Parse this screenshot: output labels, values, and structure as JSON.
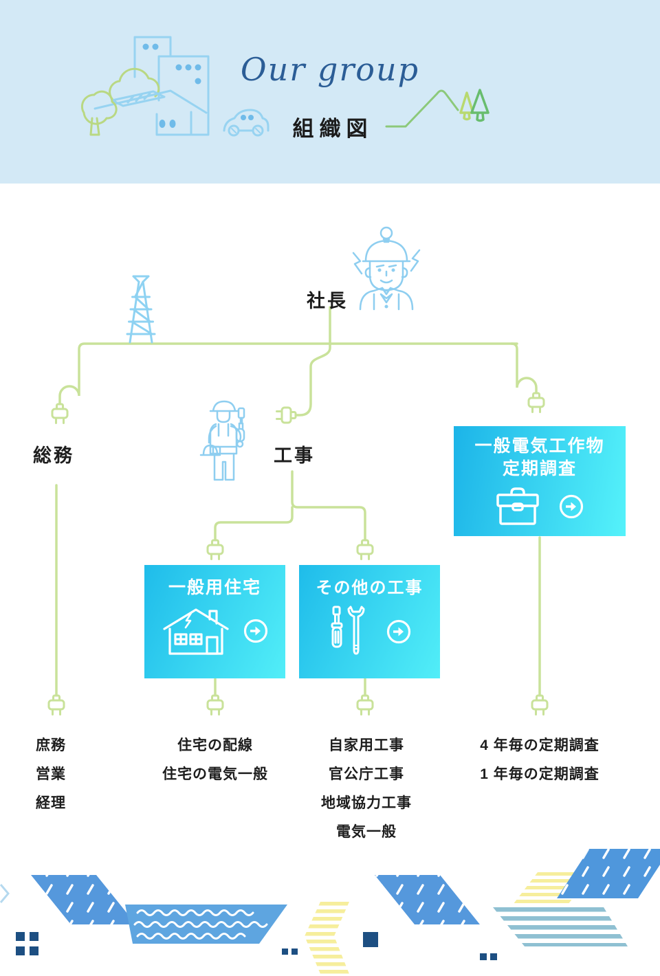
{
  "header": {
    "script_title": "Our group",
    "page_title": "組織図"
  },
  "org": {
    "root_label": "社長",
    "departments": {
      "soumu": "総務",
      "kouji": "工事"
    },
    "boxes": {
      "teiki_line1": "一般電気工作物",
      "teiki_line2": "定期調査",
      "jutaku": "一般用住宅",
      "sonota": "その他の工事"
    },
    "lists": {
      "soumu": [
        "庶務",
        "営業",
        "経理"
      ],
      "jutaku": [
        "住宅の配線",
        "住宅の電気一般"
      ],
      "sonota": [
        "自家用工事",
        "官公庁工事",
        "地域協力工事",
        "電気一般"
      ],
      "teiki": [
        "4 年毎の定期調査",
        "1 年毎の定期調査"
      ]
    }
  },
  "icons": {
    "arrow_circle": "arrow-right-circle",
    "plug": "power-plug",
    "toolbox": "toolbox",
    "house": "house-with-lightning",
    "tools": "screwdriver-and-wrench",
    "tower": "transmission-tower",
    "president": "worker-with-helmet",
    "worker": "electrician-with-screwdriver"
  },
  "colors": {
    "header_bg": "#d3e9f6",
    "connector_green": "#c9e29a",
    "illustration_blue": "#97d3f1",
    "box_gradient_start": "#1cb4e8",
    "box_gradient_end": "#55f2fa",
    "text_dark": "#1d1d1d",
    "script_navy": "#2b5d96",
    "deco_navy": "#1d4f82",
    "deco_blue": "#5598dc",
    "deco_yellow": "#f6ee9c",
    "deco_steel": "#8fc0d2"
  }
}
